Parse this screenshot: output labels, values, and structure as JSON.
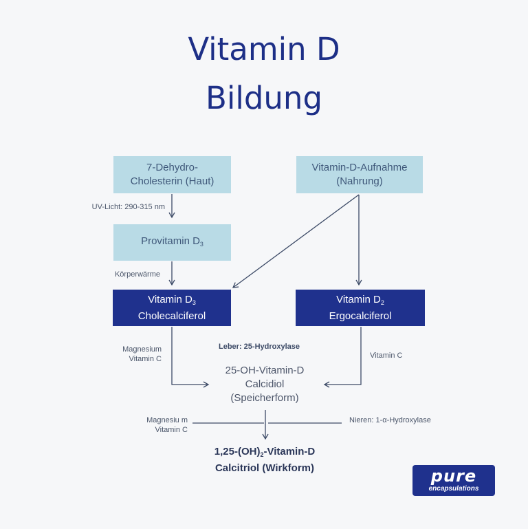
{
  "title": {
    "line1": "Vitamin D",
    "line2": "Bildung"
  },
  "nodes": {
    "dehydro": {
      "line1": "7-Dehydro-",
      "line2": "Cholesterin (Haut)"
    },
    "aufnahme": {
      "line1": "Vitamin-D-Aufnahme",
      "line2": "(Nahrung)"
    },
    "provitamin": {
      "text": "Provitamin D",
      "sub": "3"
    },
    "d3": {
      "line1": "Vitamin D",
      "sub": "3",
      "line2": "Cholecalciferol"
    },
    "d2": {
      "line1": "Vitamin D",
      "sub": "2",
      "line2": "Ergocalciferol"
    },
    "calcidiol": {
      "line1": "25-OH-Vitamin-D",
      "line2": "Calcidiol",
      "line3": "(Speicherform)"
    },
    "calcitriol": {
      "line1a": "1,25-(OH)",
      "sub": "2",
      "line1b": "-Vitamin-D",
      "line2": "Calcitriol (Wirkform)"
    }
  },
  "labels": {
    "uv": "UV-Licht: 290-315 nm",
    "koerperwaerme": "Körperwärme",
    "leber": "Leber: 25-Hydroxylase",
    "mg1_line1": "Magnesium",
    "mg1_line2": "Vitamin C",
    "vitc_right": "Vitamin C",
    "mg2_line1": "Magnesiu m",
    "mg2_line2": "Vitamin  C",
    "nieren": "Nieren: 1-α-Hydroxylase"
  },
  "logo": {
    "brand": "pure",
    "sub": "encapsulations"
  },
  "colors": {
    "title": "#1d2f87",
    "light_box": "#b9dbe6",
    "dark_box": "#1f318d",
    "arrow": "#3c4a66"
  }
}
